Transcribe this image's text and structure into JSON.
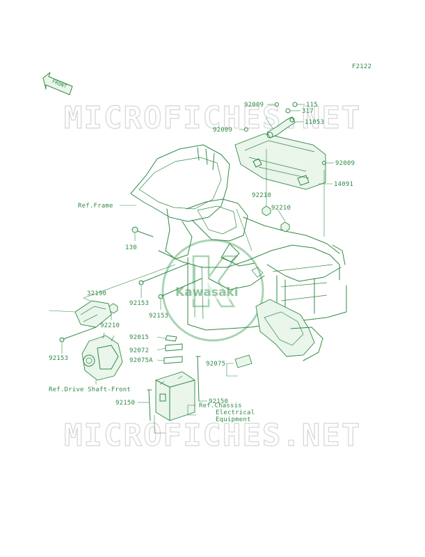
{
  "diagram_code": "F2122",
  "front_arrow_label": "FRONT",
  "watermark_text": "MICROFICHES.NET",
  "logo_text": "Kawasaki",
  "colors": {
    "ink": "#2f8a43",
    "watermark": "#d5d5d5",
    "background": "#ffffff"
  },
  "labels": {
    "p92009a": "92009",
    "p115": "115",
    "p317": "317",
    "p92009b": "92009",
    "p11053": "11053",
    "p92009c": "92009",
    "p14091": "14091",
    "ref_frame": "Ref.Frame",
    "p92210a": "92210",
    "p92210b": "92210",
    "p130": "130",
    "p32190": "32190",
    "p92153a": "92153",
    "p92153b": "92153",
    "p92210c": "92210",
    "p92153c": "92153",
    "p92015": "92015",
    "p92072": "92072",
    "p92075a": "92075A",
    "p92075": "92075",
    "ref_drive": "Ref.Drive Shaft-Front",
    "p92150a": "92150",
    "p92150b": "92150",
    "ref_chassis_1": "Ref.Chassis",
    "ref_chassis_2": "Electrical",
    "ref_chassis_3": "Equipment"
  }
}
